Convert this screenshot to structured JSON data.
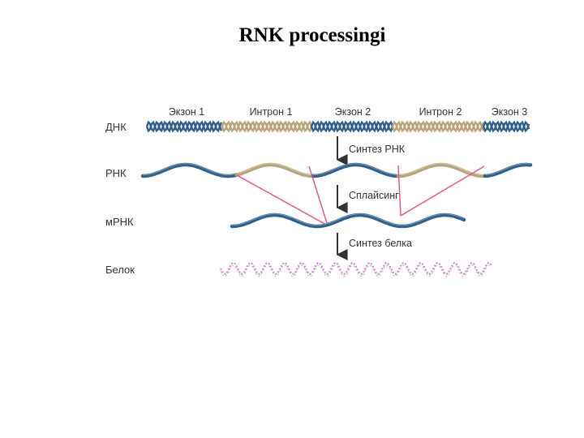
{
  "slide": {
    "title": "RNK processingi"
  },
  "diagram": {
    "row_labels": {
      "dna": "ДНК",
      "rna": "РНК",
      "mrna": "мРНК",
      "protein": "Белок"
    },
    "segments": [
      "Экзон 1",
      "Интрон 1",
      "Экзон 2",
      "Интрон 2",
      "Экзон 3"
    ],
    "steps": [
      "Синтез РНК",
      "Сплайсинг",
      "Синтез белка"
    ],
    "colors": {
      "exon": "#2f5f8a",
      "intron": "#b8a27a",
      "splice_line": "#e0508f",
      "protein": "#c98ac8",
      "arrow": "#333333"
    }
  }
}
